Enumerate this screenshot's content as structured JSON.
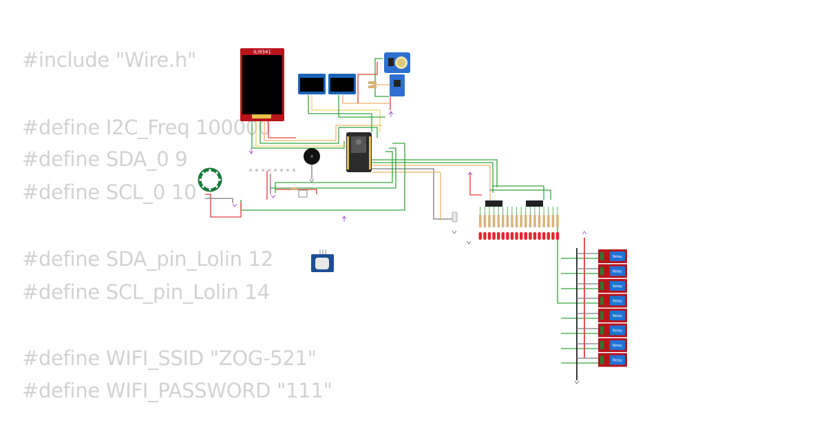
{
  "code_lines": [
    "#include \"Wire.h\"",
    "#define I2C_Freq 100000",
    "#define SDA_0 9",
    "#define SCL_0 10",
    "#define SDA_pin_Lolin 12",
    "#define SCL_pin_Lolin 14",
    "#define WIFI_SSID \"ZOG-521\"",
    "#define WIFI_PASSWORD \"111\""
  ],
  "components": {
    "tft_label": "ILI9341",
    "relay_label": "Relay"
  },
  "colors": {
    "board_red": "#b8141c",
    "oled_blue": "#1a63b6",
    "breakout_blue": "#2f6fd1",
    "wire_green": "#33a33a",
    "wire_red": "#e23b3b",
    "wire_gray": "#7a7a7a",
    "wire_yellow": "#f0d46a",
    "wire_orange": "#f2b46a",
    "led_red": "#e3262d",
    "relay_blue": "#1e73d8",
    "ground_purple": "#9b59d0"
  }
}
